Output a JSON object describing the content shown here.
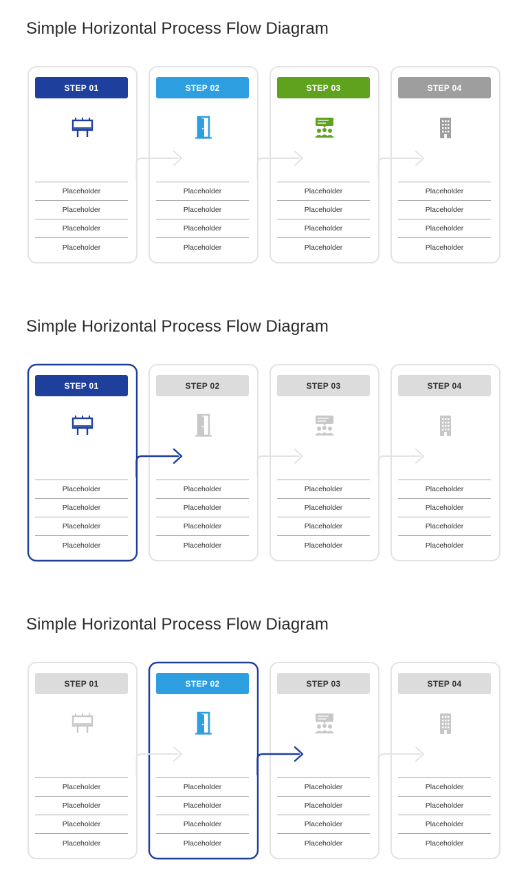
{
  "palette": {
    "step_colors": [
      "#1f3f9c",
      "#2d9ee0",
      "#5fa21e",
      "#9e9e9e"
    ],
    "dim_badge": "#dcdcdc",
    "dim_icon": "#c8c8c8",
    "dim_border": "#e3e3e3",
    "dim_arrow": "#e3e3e3"
  },
  "sections": [
    {
      "title": "Simple Horizontal Process Flow Diagram",
      "highlight": null,
      "steps": [
        {
          "label": "STEP 01",
          "icon": "billboard-icon",
          "items": [
            "Placeholder",
            "Placeholder",
            "Placeholder",
            "Placeholder"
          ]
        },
        {
          "label": "STEP 02",
          "icon": "door-icon",
          "items": [
            "Placeholder",
            "Placeholder",
            "Placeholder",
            "Placeholder"
          ]
        },
        {
          "label": "STEP 03",
          "icon": "meeting-icon",
          "items": [
            "Placeholder",
            "Placeholder",
            "Placeholder",
            "Placeholder"
          ]
        },
        {
          "label": "STEP 04",
          "icon": "building-icon",
          "items": [
            "Placeholder",
            "Placeholder",
            "Placeholder",
            "Placeholder"
          ]
        }
      ]
    },
    {
      "title": "Simple Horizontal Process Flow Diagram",
      "highlight": 0,
      "steps": [
        {
          "label": "STEP 01",
          "icon": "billboard-icon",
          "items": [
            "Placeholder",
            "Placeholder",
            "Placeholder",
            "Placeholder"
          ]
        },
        {
          "label": "STEP 02",
          "icon": "door-icon",
          "items": [
            "Placeholder",
            "Placeholder",
            "Placeholder",
            "Placeholder"
          ]
        },
        {
          "label": "STEP 03",
          "icon": "meeting-icon",
          "items": [
            "Placeholder",
            "Placeholder",
            "Placeholder",
            "Placeholder"
          ]
        },
        {
          "label": "STEP 04",
          "icon": "building-icon",
          "items": [
            "Placeholder",
            "Placeholder",
            "Placeholder",
            "Placeholder"
          ]
        }
      ]
    },
    {
      "title": "Simple Horizontal Process Flow Diagram",
      "highlight": 1,
      "steps": [
        {
          "label": "STEP 01",
          "icon": "billboard-icon",
          "items": [
            "Placeholder",
            "Placeholder",
            "Placeholder",
            "Placeholder"
          ]
        },
        {
          "label": "STEP 02",
          "icon": "door-icon",
          "items": [
            "Placeholder",
            "Placeholder",
            "Placeholder",
            "Placeholder"
          ]
        },
        {
          "label": "STEP 03",
          "icon": "meeting-icon",
          "items": [
            "Placeholder",
            "Placeholder",
            "Placeholder",
            "Placeholder"
          ]
        },
        {
          "label": "STEP 04",
          "icon": "building-icon",
          "items": [
            "Placeholder",
            "Placeholder",
            "Placeholder",
            "Placeholder"
          ]
        }
      ]
    }
  ]
}
